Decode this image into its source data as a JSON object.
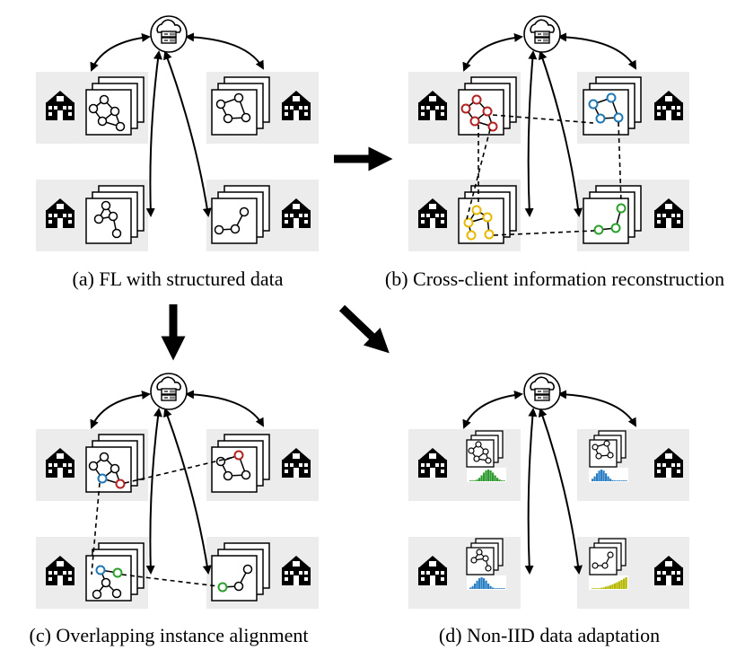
{
  "captions": {
    "a": "(a) FL with structured data",
    "b": "(b) Cross-client information reconstruction",
    "c": "(c) Overlapping instance alignment",
    "d": "(d) Non-IID data adaptation"
  },
  "icons": {
    "server": "cloud-server-icon",
    "client": "school-building-icon",
    "data_stack": "graph-document-stack-icon",
    "distribution": "histogram-icon"
  },
  "colors": {
    "red_node": "#b22222",
    "blue_node": "#1f77b4",
    "yellow_node": "#e8b800",
    "green_node": "#2ca02c",
    "green_hist": "#2e9a2e",
    "blue_hist": "#2a7fc4",
    "yellow_hist": "#b6b800",
    "panel_bg": "#ececec"
  }
}
